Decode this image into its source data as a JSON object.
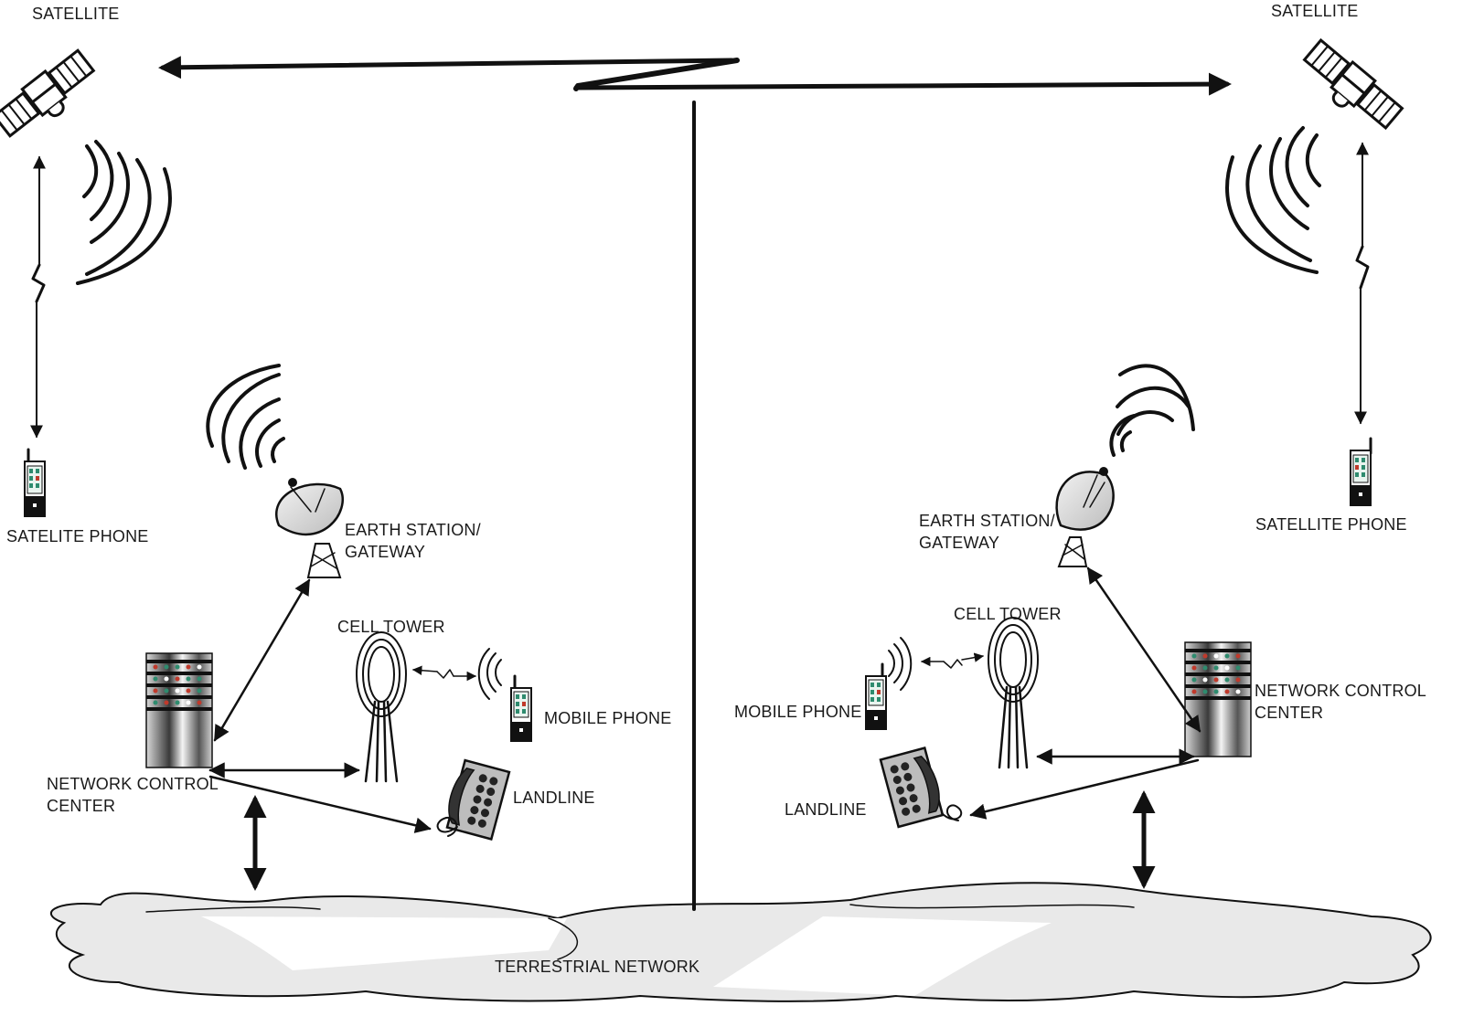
{
  "left": {
    "satellite": "SATELLITE",
    "sat_phone": "SATELITE PHONE",
    "earth_station_line1": "EARTH STATION/",
    "earth_station_line2": "GATEWAY",
    "cell_tower": "CELL TOWER",
    "mobile_phone": "MOBILE PHONE",
    "ncc_line1": "NETWORK CONTROL",
    "ncc_line2": "CENTER",
    "landline": "LANDLINE"
  },
  "right": {
    "satellite": "SATELLITE",
    "sat_phone": "SATELLITE PHONE",
    "earth_station_line1": "EARTH STATION/",
    "earth_station_line2": "GATEWAY",
    "cell_tower": "CELL TOWER",
    "mobile_phone": "MOBILE PHONE",
    "ncc_line1": "NETWORK CONTROL",
    "ncc_line2": "CENTER",
    "landline": "LANDLINE"
  },
  "terrestrial_network": "TERRESTRIAL NETWORK",
  "colors": {
    "line": "#111111",
    "cloud_fill": "#e8e8e8",
    "led_green": "#2e8b6e",
    "led_red": "#c0392b"
  }
}
